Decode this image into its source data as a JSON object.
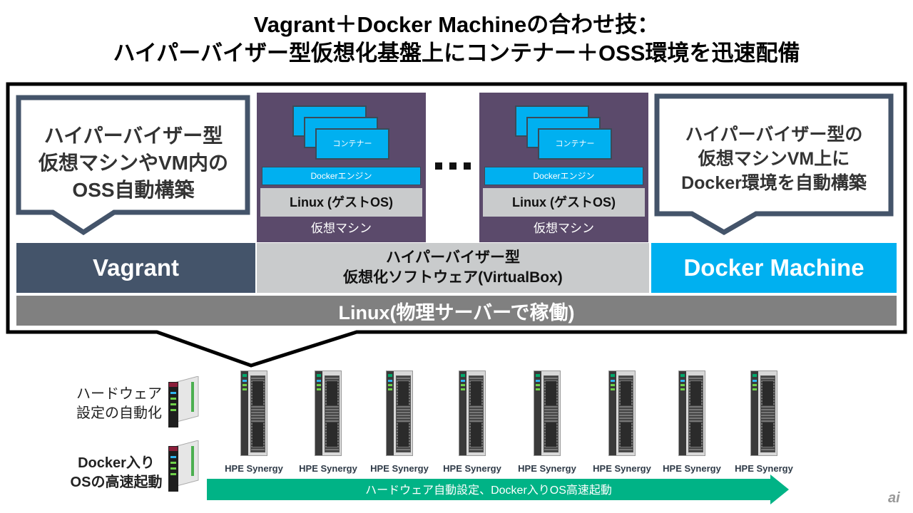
{
  "title": {
    "line1": "Vagrant＋Docker Machineの合わせ技：",
    "line2": "ハイパーバイザー型仮想化基盤上にコンテナー＋OSS環境を迅速配備"
  },
  "callouts": {
    "left": {
      "line1": "ハイパーバイザー型",
      "line2": "仮想マシンやVM内の",
      "line3": "OSS自動構築"
    },
    "right": {
      "line1": "ハイパーバイザー型の",
      "line2": "仮想マシンVM上に",
      "line3": "Docker環境を自動構築"
    }
  },
  "vms": [
    {
      "container_label": "コンテナー",
      "engine_label": "Dockerエンジン",
      "guest_os_label": "Linux (ゲストOS)",
      "vm_label": "仮想マシン"
    },
    {
      "container_label": "コンテナー",
      "engine_label": "Dockerエンジン",
      "guest_os_label": "Linux (ゲストOS)",
      "vm_label": "仮想マシン"
    }
  ],
  "ellipsis": "…",
  "bands": {
    "vagrant": "Vagrant",
    "hypervisor_line1": "ハイパーバイザー型",
    "hypervisor_line2": "仮想化ソフトウェア(VirtualBox)",
    "docker_machine": "Docker Machine",
    "host_linux": "Linux(物理サーバーで稼働)"
  },
  "hardware": {
    "side_labels": [
      {
        "line1": "ハードウェア",
        "line2": "設定の自動化"
      },
      {
        "line1": "Docker入り",
        "line2": "OSの高速起動"
      }
    ],
    "servers": [
      "HPE Synergy",
      "HPE Synergy",
      "HPE Synergy",
      "HPE Synergy",
      "HPE Synergy",
      "HPE Synergy",
      "HPE Synergy",
      "HPE Synergy"
    ],
    "arrow_label": "ハードウェア自動設定、Docker入りOS高速起動"
  },
  "watermark": "ai",
  "colors": {
    "vagrant": "#44546a",
    "docker_machine": "#00b0f0",
    "hypervisor": "#c9cbcc",
    "host_linux": "#808080",
    "vm_bg": "#5b4a6b",
    "arrow": "#00b386"
  }
}
